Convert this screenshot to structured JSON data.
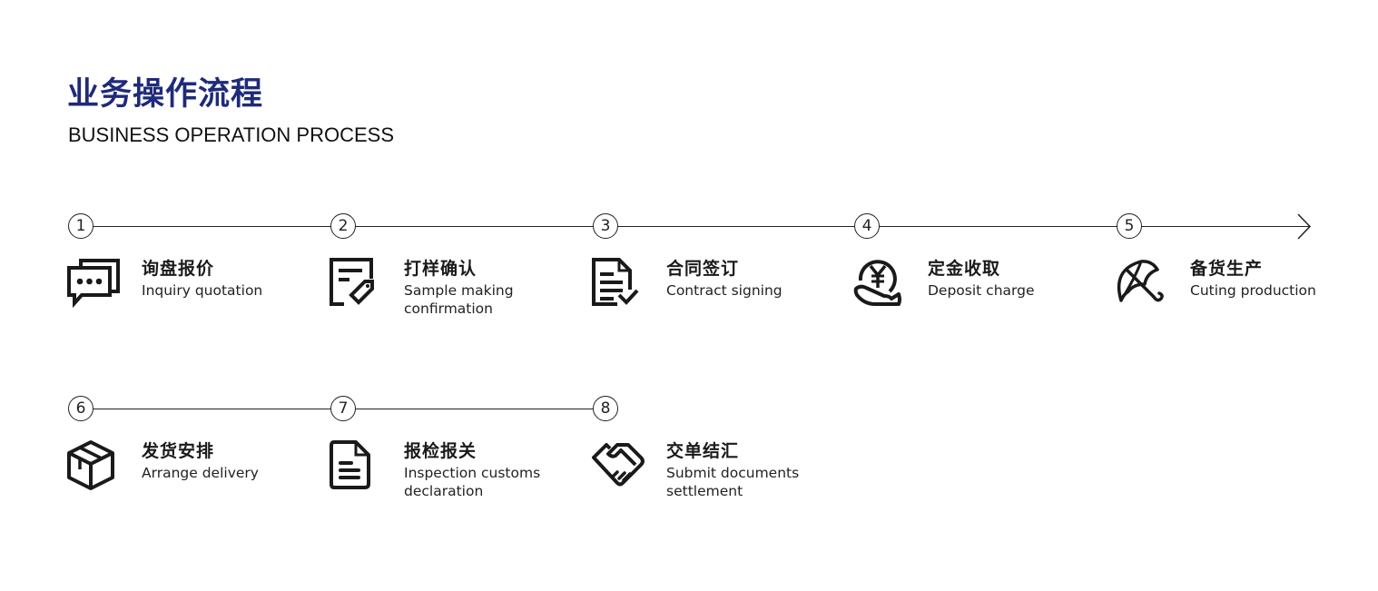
{
  "header": {
    "title": "业务操作流程",
    "subtitle": "BUSINESS OPERATION PROCESS",
    "title_color": "#1f2a7a"
  },
  "steps": [
    {
      "number": "1",
      "zh": "询盘报价",
      "en": "Inquiry quotation",
      "icon": "chat-bubbles-icon"
    },
    {
      "number": "2",
      "zh": "打样确认",
      "en": "Sample making confirmation",
      "icon": "document-tag-icon"
    },
    {
      "number": "3",
      "zh": "合同签订",
      "en": "Contract signing",
      "icon": "document-check-icon"
    },
    {
      "number": "4",
      "zh": "定金收取",
      "en": "Deposit charge",
      "icon": "yen-coin-hand-icon"
    },
    {
      "number": "5",
      "zh": "备货生产",
      "en": "Cuting production",
      "icon": "umbrella-icon"
    },
    {
      "number": "6",
      "zh": "发货安排",
      "en": "Arrange delivery",
      "icon": "box-icon"
    },
    {
      "number": "7",
      "zh": "报检报关",
      "en": "Inspection customs declaration",
      "icon": "document-lines-icon"
    },
    {
      "number": "8",
      "zh": "交单结汇",
      "en": "Submit documents settlement",
      "icon": "handshake-icon"
    }
  ]
}
